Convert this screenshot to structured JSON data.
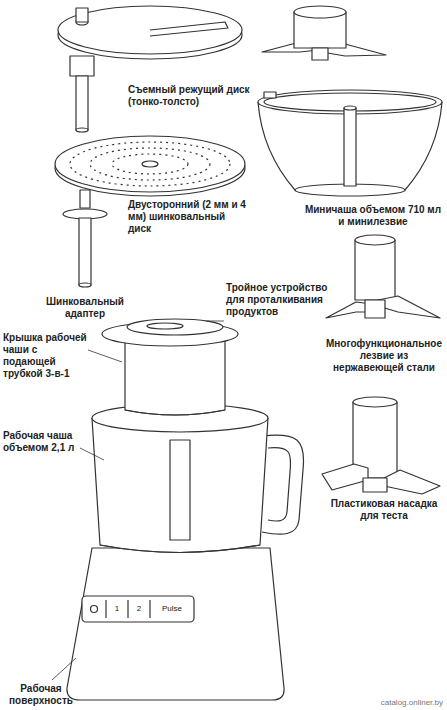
{
  "diagram": {
    "labels": [
      "Съемный режущий диск (тонко-толсто)",
      "Двусторонний (2 мм и 4 мм) шинковальный диск",
      "Шинковальный адаптер",
      "Тройное устройство для проталкивания продуктов",
      "Крышка рабочей чаши с подающей трубкой 3-в-1",
      "Рабочая чаша объемом 2,1 л",
      "Рабочая поверхность",
      "Миничаша объемом 710 мл и минилезвие",
      "Многофункциональное лезвие из нержавеющей стали",
      "Пластиковая насадка для теста",
      "1",
      "2",
      "Pulse",
      "catalog.onliner.by"
    ]
  }
}
